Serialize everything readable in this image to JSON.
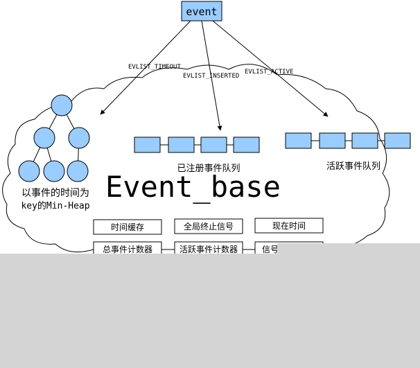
{
  "event_box": {
    "label": "event"
  },
  "edges": {
    "timeout": "EVLIST_TIMEOUT",
    "inserted": "EVLIST_INSERTED",
    "active": "EVLIST_ACTIVE"
  },
  "title": "Event_base",
  "heap": {
    "caption_line1": "以事件的时间为",
    "caption_line2": "key的Min-Heap"
  },
  "registered_queue": {
    "label": "已注册事件队列"
  },
  "active_queue": {
    "label": "活跃事件队列"
  },
  "fields": {
    "time_cache": "时间缓存",
    "global_stop_signal": "全局终止信号",
    "current_time": "现在时间",
    "total_event_counter": "总事件计数器",
    "active_event_counter": "活跃事件计数器",
    "signal": "信号"
  },
  "colors": {
    "node_fill": "#99ccff",
    "node_stroke": "#000000",
    "occluder": "#d4d4d4"
  }
}
